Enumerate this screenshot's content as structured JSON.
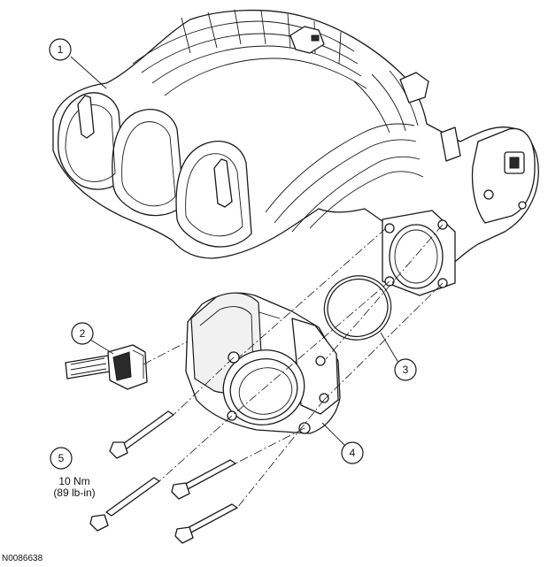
{
  "callouts": [
    {
      "number": "1",
      "part": "intake-manifold"
    },
    {
      "number": "2",
      "part": "tp-sensor-connector"
    },
    {
      "number": "3",
      "part": "throttle-body-gasket"
    },
    {
      "number": "4",
      "part": "throttle-body"
    },
    {
      "number": "5",
      "part": "throttle-body-bolts"
    }
  ],
  "torque_spec": {
    "metric": "10 Nm",
    "imperial": "(89 lb-in)"
  },
  "figure_id": "N0086638"
}
